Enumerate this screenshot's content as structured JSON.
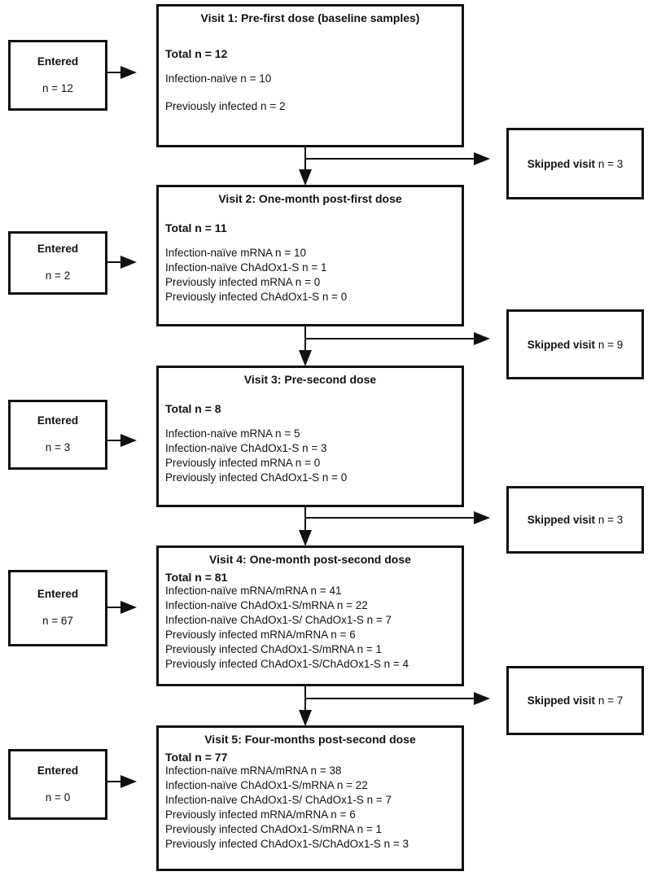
{
  "visits": [
    {
      "title": "Visit 1: Pre-first dose (baseline samples)",
      "total": "Total n = 12",
      "lines": [
        "Infection-naïve n = 10",
        "Previously infected n = 2"
      ]
    },
    {
      "title": "Visit 2: One-month post-first dose",
      "total": "Total n = 11",
      "lines": [
        "Infection-naïve mRNA n = 10",
        "Infection-naïve ChAdOx1-S n = 1",
        "Previously infected mRNA n = 0",
        "Previously infected ChAdOx1-S n = 0"
      ]
    },
    {
      "title": "Visit 3: Pre-second dose",
      "total": "Total n = 8",
      "lines": [
        "Infection-naïve mRNA n = 5",
        "Infection-naïve ChAdOx1-S n = 3",
        "Previously infected mRNA n = 0",
        "Previously infected ChAdOx1-S n = 0"
      ]
    },
    {
      "title": "Visit 4: One-month post-second dose",
      "total": "Total n = 81",
      "lines": [
        "Infection-naïve mRNA/mRNA n = 41",
        "Infection-naïve ChAdOx1-S/mRNA n = 22",
        "Infection-naïve ChAdOx1-S/ ChAdOx1-S n = 7",
        "Previously infected mRNA/mRNA n = 6",
        "Previously infected ChAdOx1-S/mRNA n = 1",
        "Previously infected ChAdOx1-S/ChAdOx1-S n = 4"
      ]
    },
    {
      "title": "Visit 5: Four-months post-second dose",
      "total": "Total n = 77",
      "lines": [
        "Infection-naïve mRNA/mRNA n = 38",
        "Infection-naïve ChAdOx1-S/mRNA n = 22",
        "Infection-naïve ChAdOx1-S/ ChAdOx1-S n = 7",
        "Previously infected mRNA/mRNA n = 6",
        "Previously infected ChAdOx1-S/mRNA n = 1",
        "Previously infected ChAdOx1-S/ChAdOx1-S n = 3"
      ]
    }
  ],
  "entered_label": "Entered",
  "entered": [
    "n = 12",
    "n = 2",
    "n = 3",
    "n = 67",
    "n = 0"
  ],
  "skipped_label": "Skipped visit",
  "skipped": [
    "n = 3",
    "n = 9",
    "n = 3",
    "n = 7"
  ]
}
